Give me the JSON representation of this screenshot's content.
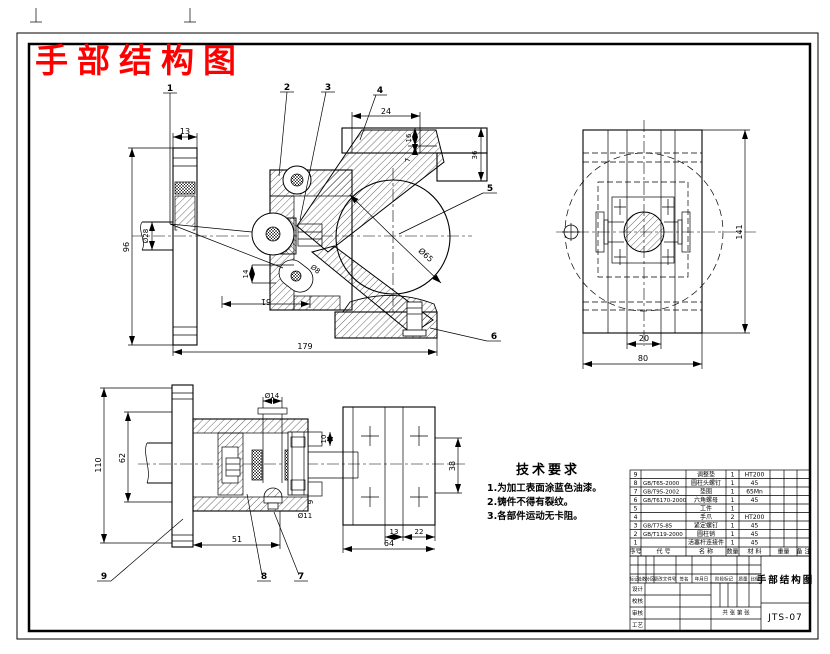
{
  "sheet": {
    "title": "手部结构图"
  },
  "balloons": {
    "b1": "1",
    "b2": "2",
    "b3": "3",
    "b4": "4",
    "b5": "5",
    "b6": "6",
    "b7": "7",
    "b8": "8",
    "b9": "9"
  },
  "dims": {
    "front_13": "13",
    "front_96": "96",
    "front_dia28": "Ø28",
    "front_24": "24",
    "front_16": "16",
    "front_7": "7",
    "front_36": "36",
    "front_dia65": "Ø65",
    "front_14": "14",
    "front_61": "61",
    "front_dia8": "Ø8",
    "front_179": "179",
    "side_141": "141",
    "side_20": "20",
    "side_80": "80",
    "bottom_110": "110",
    "bottom_62": "62",
    "bottom_dia14": "Ø14",
    "bottom_10": "10",
    "bottom_dia11": "Ø11",
    "bottom_9": "9",
    "bottom_51": "51",
    "bottom_38": "38",
    "bottom_13": "13",
    "bottom_22": "22",
    "bottom_64": "64"
  },
  "tech_req": {
    "title": "技术要求",
    "line1": "1.为加工表面涂蓝色油漆。",
    "line2": "2.铸件不得有裂纹。",
    "line3": "3.各部件运动无卡阻。"
  },
  "bom": {
    "headers": {
      "seq": "序号",
      "code": "代 号",
      "name": "名 称",
      "qty": "数量",
      "material": "材 料",
      "weight": "重量",
      "note": "备 注"
    },
    "rows": [
      {
        "seq": "9",
        "code": "",
        "name": "调整垫",
        "qty": "1",
        "material": "HT200"
      },
      {
        "seq": "8",
        "code": "GB/T65-2000",
        "name": "圆柱头螺钉",
        "qty": "1",
        "material": "45"
      },
      {
        "seq": "7",
        "code": "GB/T95-2002",
        "name": "垫圈",
        "qty": "1",
        "material": "65Mn"
      },
      {
        "seq": "6",
        "code": "GB/T6170-2000",
        "name": "六角螺母",
        "qty": "1",
        "material": "45"
      },
      {
        "seq": "5",
        "code": "",
        "name": "工件",
        "qty": "1",
        "material": ""
      },
      {
        "seq": "4",
        "code": "",
        "name": "手爪",
        "qty": "2",
        "material": "HT200"
      },
      {
        "seq": "3",
        "code": "GB/T75-85",
        "name": "紧定螺钉",
        "qty": "1",
        "material": "45"
      },
      {
        "seq": "2",
        "code": "GB/T119-2000",
        "name": "圆柱销",
        "qty": "1",
        "material": "45"
      },
      {
        "seq": "1",
        "code": "",
        "name": "活塞杆连接件",
        "qty": "1",
        "material": "45"
      }
    ]
  },
  "title_block": {
    "drawing_title": "手部结构图",
    "drawing_no": "JTS-07",
    "revision": {
      "mark": "标记",
      "count": "处数",
      "zone": "分区",
      "file": "更改文件号",
      "sign": "签名",
      "date": "年月日"
    },
    "roles": {
      "design": "设计",
      "check": "校核",
      "review": "审核",
      "process": "工艺"
    },
    "fields": {
      "stage": "阶段标记",
      "weight": "质量",
      "scale": "比例",
      "sheets": "共 张 第 张"
    }
  }
}
